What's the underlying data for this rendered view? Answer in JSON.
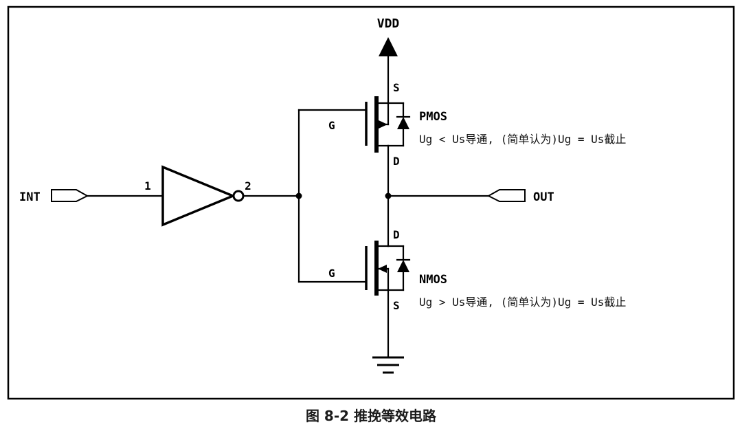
{
  "caption": "图 8-2 推挽等效电路",
  "circuit": {
    "power_label": "VDD",
    "input_label": "INT",
    "output_label": "OUT",
    "inverter_input_pin": "1",
    "inverter_output_pin": "2",
    "pmos": {
      "name": "PMOS",
      "gate_label": "G",
      "source_label": "S",
      "drain_label": "D",
      "note": "Ug < Us导通, (简单认为)Ug = Us截止"
    },
    "nmos": {
      "name": "NMOS",
      "gate_label": "G",
      "source_label": "S",
      "drain_label": "D",
      "note": "Ug > Us导通, (简单认为)Ug = Us截止"
    },
    "colors": {
      "line": "#000000",
      "background": "#ffffff"
    }
  }
}
